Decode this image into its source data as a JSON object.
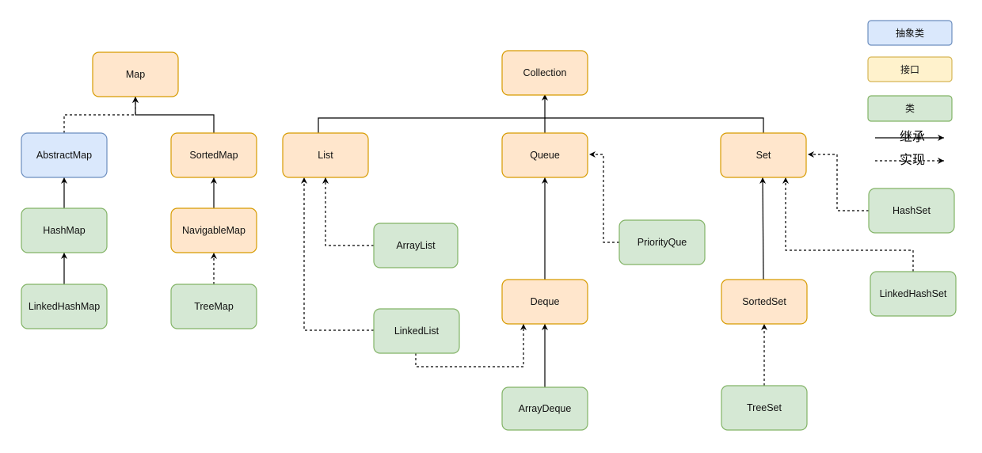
{
  "nodes": {
    "map": "Map",
    "abstract_map": "AbstractMap",
    "sorted_map": "SortedMap",
    "hash_map": "HashMap",
    "navigable_map": "NavigableMap",
    "linked_hash_map": "LinkedHashMap",
    "tree_map": "TreeMap",
    "collection": "Collection",
    "list": "List",
    "queue": "Queue",
    "set": "Set",
    "array_list": "ArrayList",
    "priority_que": "PriorityQue",
    "hash_set": "HashSet",
    "linked_list": "LinkedList",
    "deque": "Deque",
    "sorted_set": "SortedSet",
    "linked_hash_set": "LinkedHashSet",
    "array_deque": "ArrayDeque",
    "tree_set": "TreeSet"
  },
  "legend": {
    "abstract_class": "抽象类",
    "interface": "接口",
    "class": "类",
    "inherit": "继承",
    "implement": "实现"
  },
  "colors": {
    "abstract_fill": "#dae8fc",
    "interface_fill": "#ffe6cc",
    "class_fill": "#d5e8d4"
  }
}
